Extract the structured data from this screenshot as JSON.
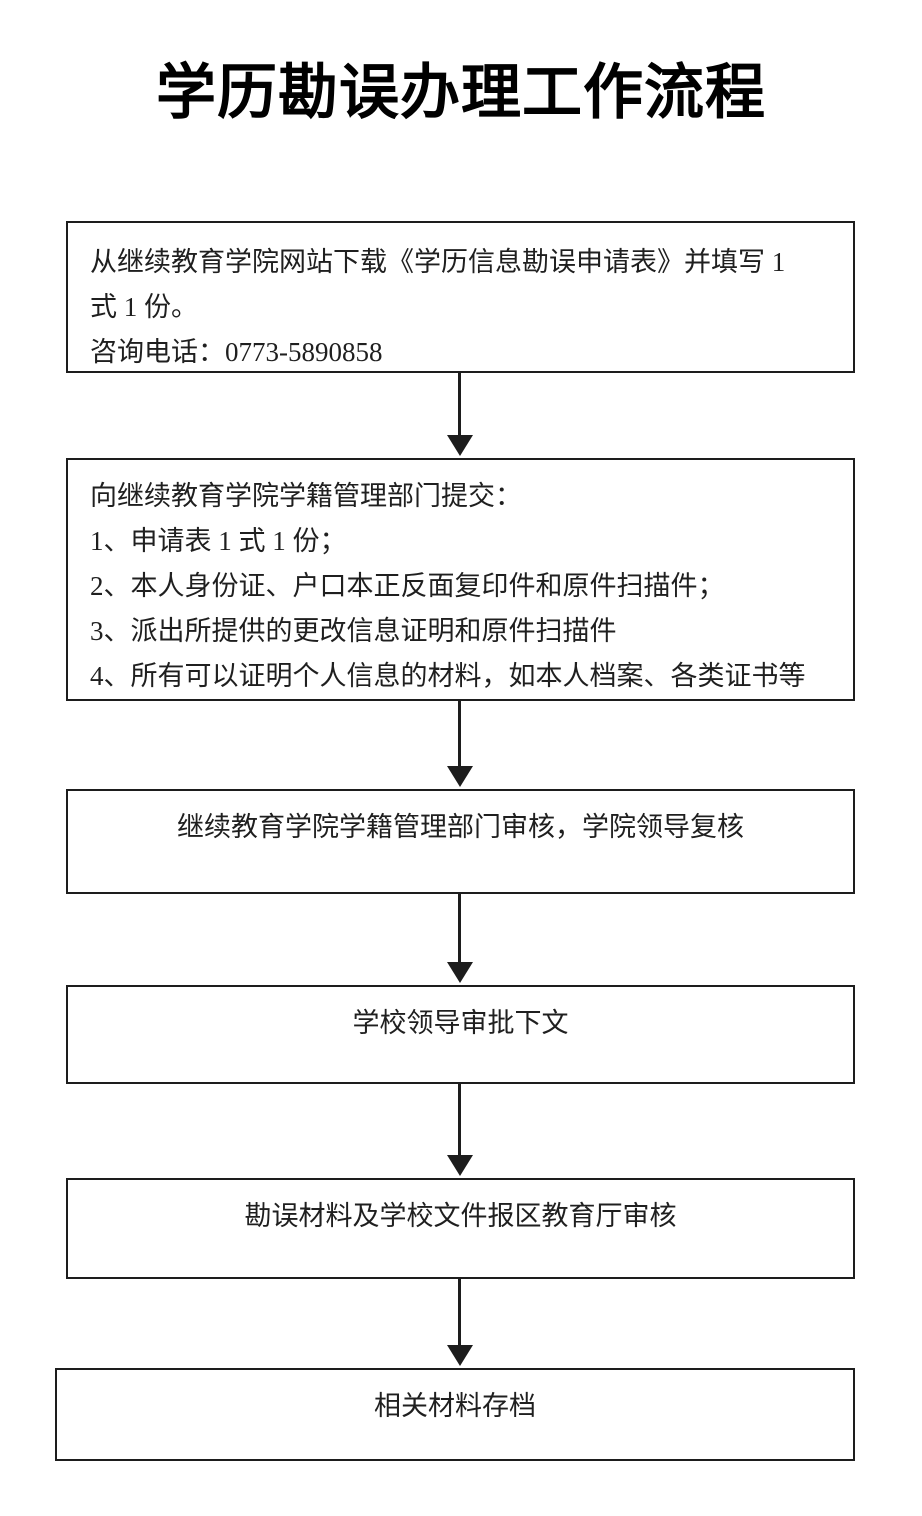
{
  "document": {
    "title": "学历勘误办理工作流程",
    "type": "flowchart",
    "orientation": "vertical-top-down"
  },
  "chart_data": {
    "type": "diagram",
    "title": "学历勘误办理工作流程",
    "node_count": 6,
    "connector_count": 5
  },
  "nodes": {
    "step1": {
      "line1": "从继续教育学院网站下载《学历信息勘误申请表》并填写 1",
      "line2": "式 1 份。",
      "line3": "咨询电话：0773-5890858"
    },
    "step2": {
      "heading": "向继续教育学院学籍管理部门提交：",
      "item1": "1、申请表 1 式 1 份；",
      "item2": "2、本人身份证、户口本正反面复印件和原件扫描件；",
      "item3": "3、派出所提供的更改信息证明和原件扫描件",
      "item4": "4、所有可以证明个人信息的材料，如本人档案、各类证书等"
    },
    "step3": {
      "text": "继续教育学院学籍管理部门审核，学院领导复核"
    },
    "step4": {
      "text": "学校领导审批下文"
    },
    "step5": {
      "text": "勘误材料及学校文件报区教育厅审核"
    },
    "step6": {
      "text": "相关材料存档"
    }
  },
  "colors": {
    "border": "#1d1d1d",
    "text": "#1f1f1f",
    "title": "#000000",
    "background": "#ffffff"
  }
}
